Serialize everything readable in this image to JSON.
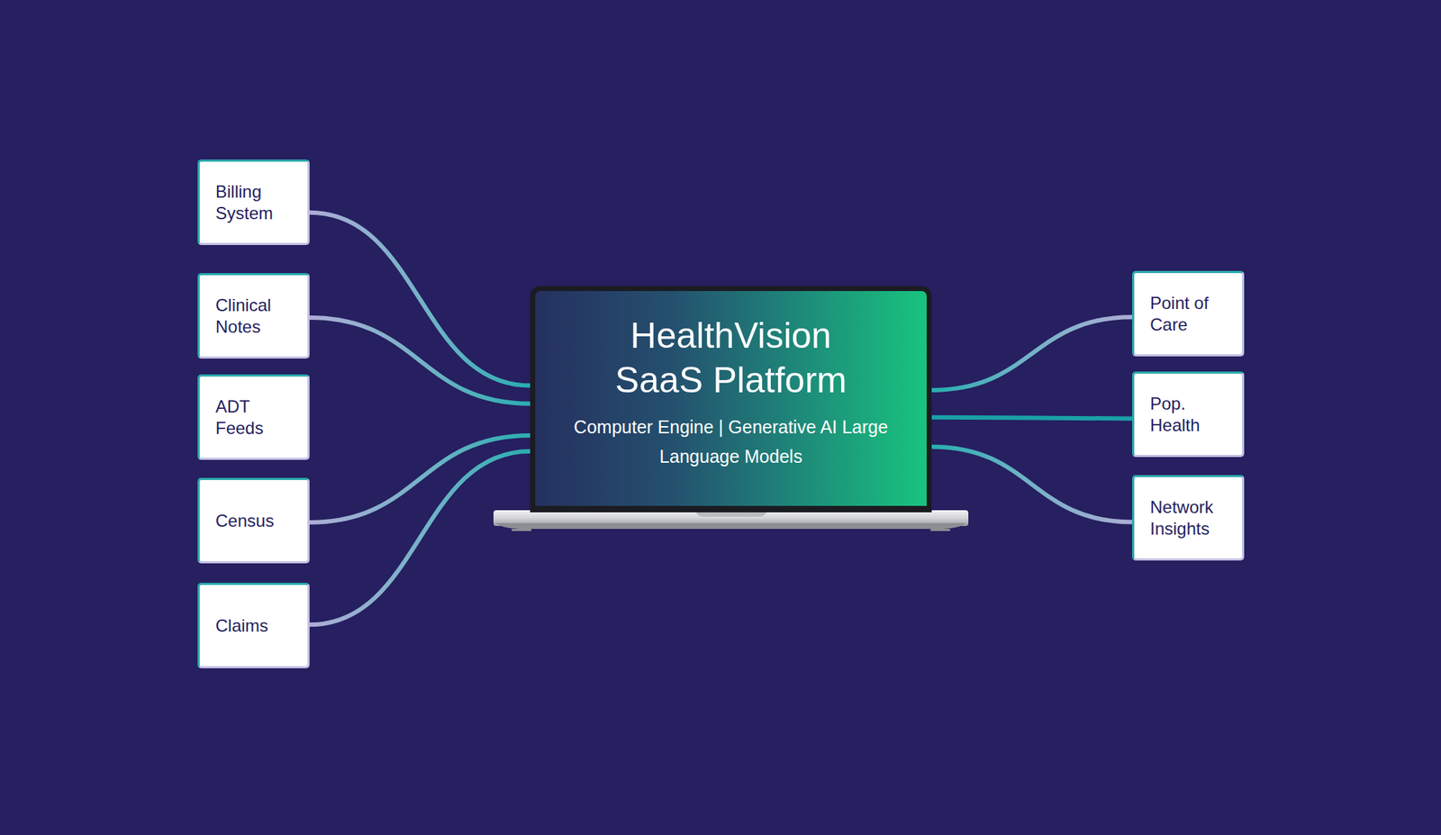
{
  "diagram": {
    "nodes": [
      {
        "text": [
          "Billing System"
        ]
      },
      {
        "text": [
          "Clinical Notes"
        ]
      },
      {
        "text": [
          "ADT Feeds"
        ]
      },
      {
        "text": [
          "Census"
        ]
      },
      {
        "text": [
          "Claims"
        ]
      },
      {
        "text": [
          "HealthVision SaaS Platform",
          "Computer Engine | Generative AI Large Language Models"
        ]
      },
      {
        "text": [
          "Point of Care"
        ]
      },
      {
        "text": [
          "Pop. Health"
        ]
      },
      {
        "text": [
          "Network Insights"
        ]
      }
    ],
    "edges": [
      {
        "from": 0,
        "to": 5,
        "arrow": "none"
      },
      {
        "from": 1,
        "to": 5,
        "arrow": "none"
      },
      {
        "from": 3,
        "to": 5,
        "arrow": "none"
      },
      {
        "from": 4,
        "to": 5,
        "arrow": "none"
      },
      {
        "from": 5,
        "to": 6,
        "arrow": "none"
      },
      {
        "from": 5,
        "to": 7,
        "arrow": "none"
      },
      {
        "from": 5,
        "to": 8,
        "arrow": "none"
      }
    ]
  }
}
